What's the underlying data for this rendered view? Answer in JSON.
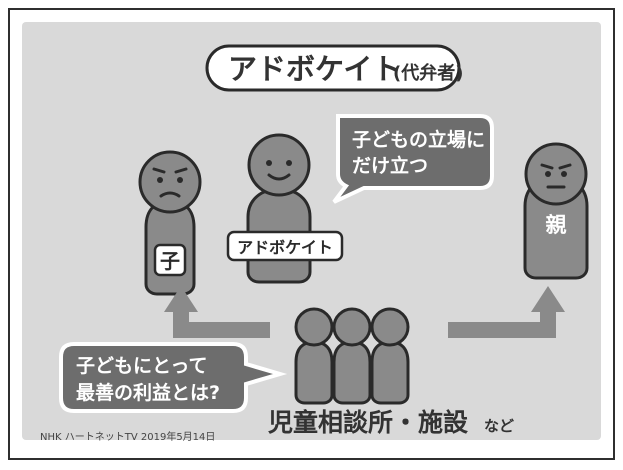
{
  "title": {
    "main": "アドボケイト",
    "sub": "(代弁者)"
  },
  "figures": {
    "child": "子",
    "advocate": "アドボケイト",
    "parent": "親"
  },
  "speech_advocate": [
    "子どもの立場に",
    "だけ立つ"
  ],
  "speech_bottom": [
    "子どもにとって",
    "最善の利益とは?"
  ],
  "institution": {
    "main": "児童相談所・施設",
    "suffix": "など"
  },
  "caption": "NHK  ハートネットTV  2019年5月14日",
  "colors": {
    "background": "#d8d8d8",
    "figure": "#8a8a8a",
    "outline": "#2a2a2a",
    "bubble": "#6d6d6d"
  }
}
